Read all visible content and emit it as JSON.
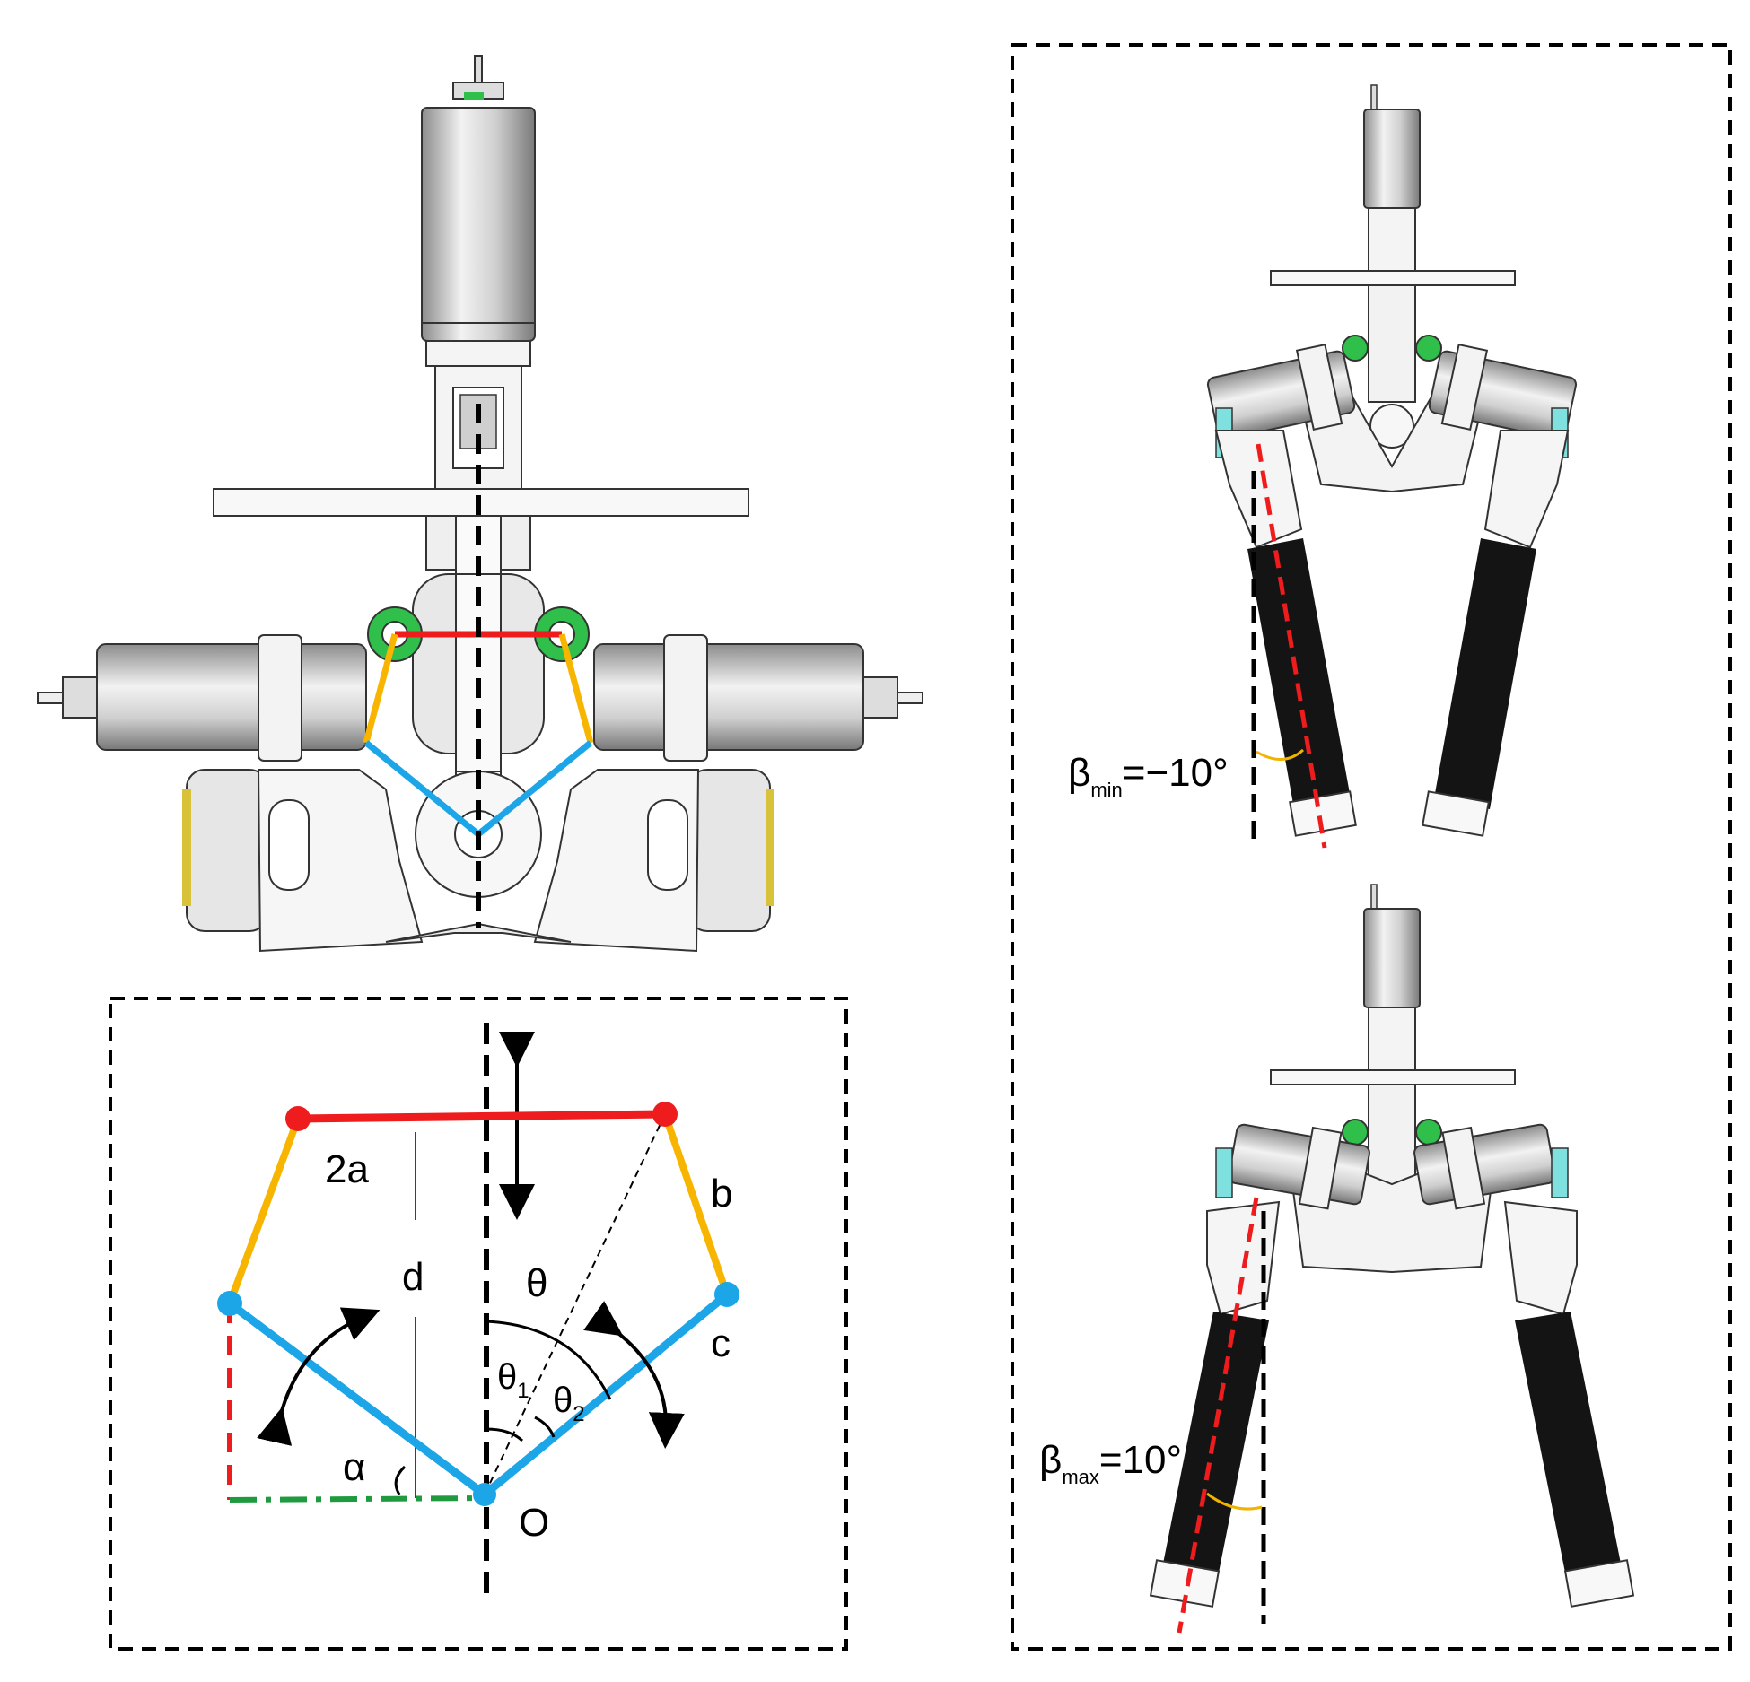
{
  "schematic": {
    "labels": {
      "two_a": "2a",
      "b": "b",
      "c": "c",
      "d": "d",
      "theta": "θ",
      "theta1": "θ",
      "theta1_sub": "1",
      "theta2": "θ",
      "theta2_sub": "2",
      "alpha": "α",
      "origin": "O"
    }
  },
  "legs": {
    "min": {
      "symbol": "β",
      "subscript": "min",
      "value": "=−10°"
    },
    "max": {
      "symbol": "β",
      "subscript": "max",
      "value": "=10°"
    }
  },
  "colors": {
    "red_link": "#ee1c1c",
    "orange_link": "#f7b500",
    "blue_link": "#1ca6e8",
    "green_ground": "#1f9a3f",
    "beta_arc": "#f0b400",
    "carbon_leg": "#141414",
    "motor_metal": "#d6d6d6",
    "pulley_green": "#2fbf4a"
  }
}
